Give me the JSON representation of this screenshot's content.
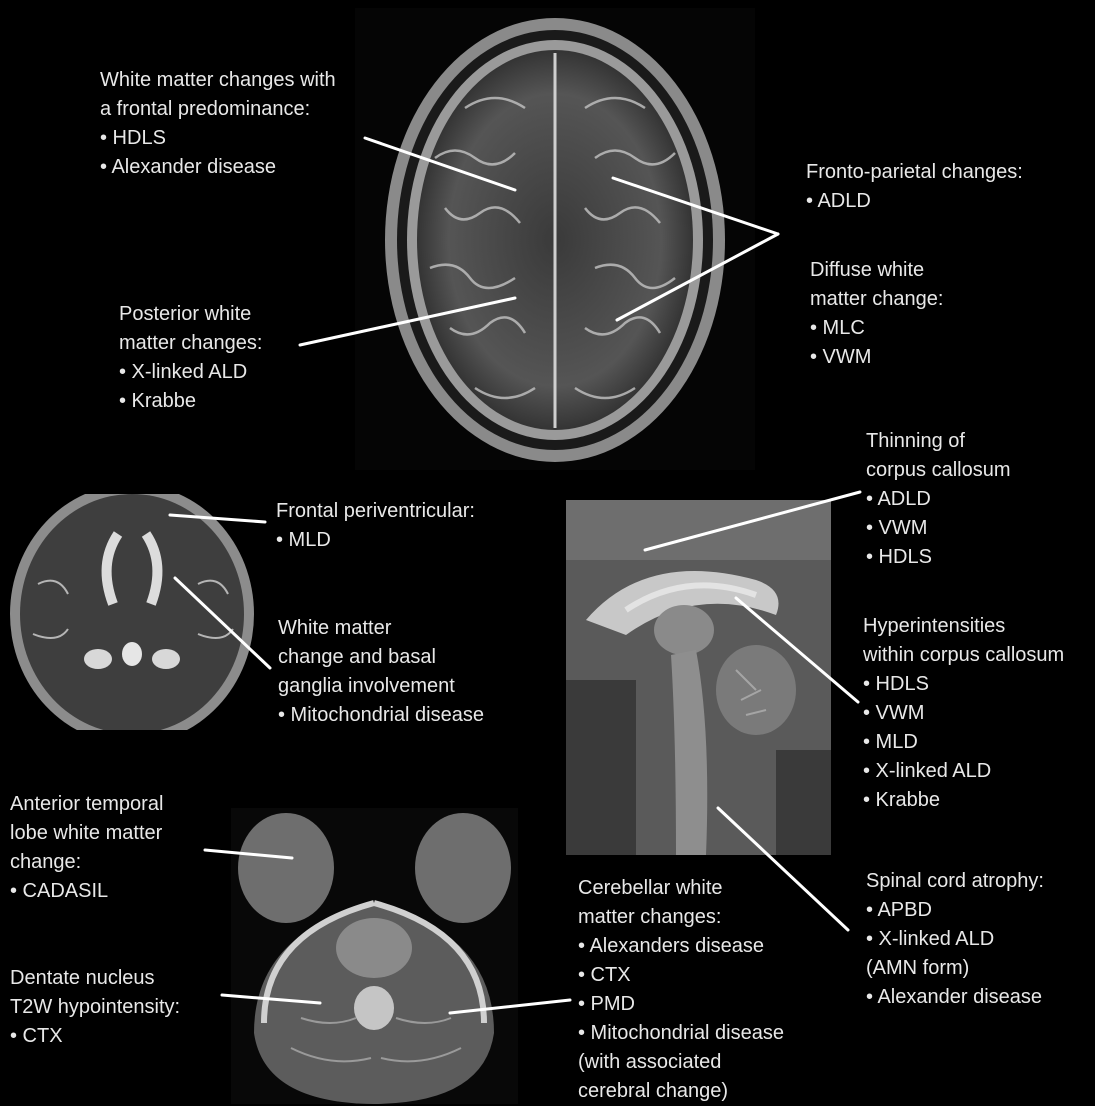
{
  "figure": {
    "panels": [
      {
        "name": "axial-cerebrum-t2",
        "orientation": "axial"
      },
      {
        "name": "axial-basal-ganglia-t2",
        "orientation": "axial"
      },
      {
        "name": "sagittal-midline",
        "orientation": "sagittal"
      },
      {
        "name": "axial-posterior-fossa-t2",
        "orientation": "axial"
      }
    ],
    "colors": {
      "background": "#000000",
      "text": "#e8e8e8",
      "leader": "#ffffff"
    }
  },
  "labels": {
    "frontal": [
      "White matter changes with",
      "a frontal predominance:",
      "• HDLS",
      "• Alexander disease"
    ],
    "posterior": [
      "Posterior white",
      "matter changes:",
      "• X-linked ALD",
      "• Krabbe"
    ],
    "fronto_parietal": [
      "Fronto-parietal changes:",
      "• ADLD"
    ],
    "diffuse": [
      "Diffuse white",
      "matter change:",
      "• MLC",
      "• VWM"
    ],
    "thinning_cc": [
      "Thinning of",
      "corpus callosum",
      "• ADLD",
      "• VWM",
      "• HDLS"
    ],
    "frontal_periventricular": [
      "Frontal periventricular:",
      "• MLD"
    ],
    "basal_ganglia": [
      "White matter",
      "change and basal",
      "ganglia involvement",
      "• Mitochondrial disease"
    ],
    "hyperintensities_cc": [
      "Hyperintensities",
      "within corpus callosum",
      "• HDLS",
      "• VWM",
      "• MLD",
      "• X-linked ALD",
      "• Krabbe"
    ],
    "anterior_temporal": [
      "Anterior temporal",
      "lobe white matter",
      "change:",
      "• CADASIL"
    ],
    "dentate": [
      "Dentate nucleus",
      "T2W hypointensity:",
      "• CTX"
    ],
    "cerebellar": [
      "Cerebellar white",
      "matter changes:",
      "• Alexanders disease",
      "• CTX",
      "• PMD",
      "• Mitochondrial disease",
      "(with associated",
      "cerebral change)"
    ],
    "spinal_cord": [
      "Spinal cord atrophy:",
      "• APBD",
      "• X-linked ALD",
      "(AMN form)",
      "• Alexander disease"
    ]
  }
}
